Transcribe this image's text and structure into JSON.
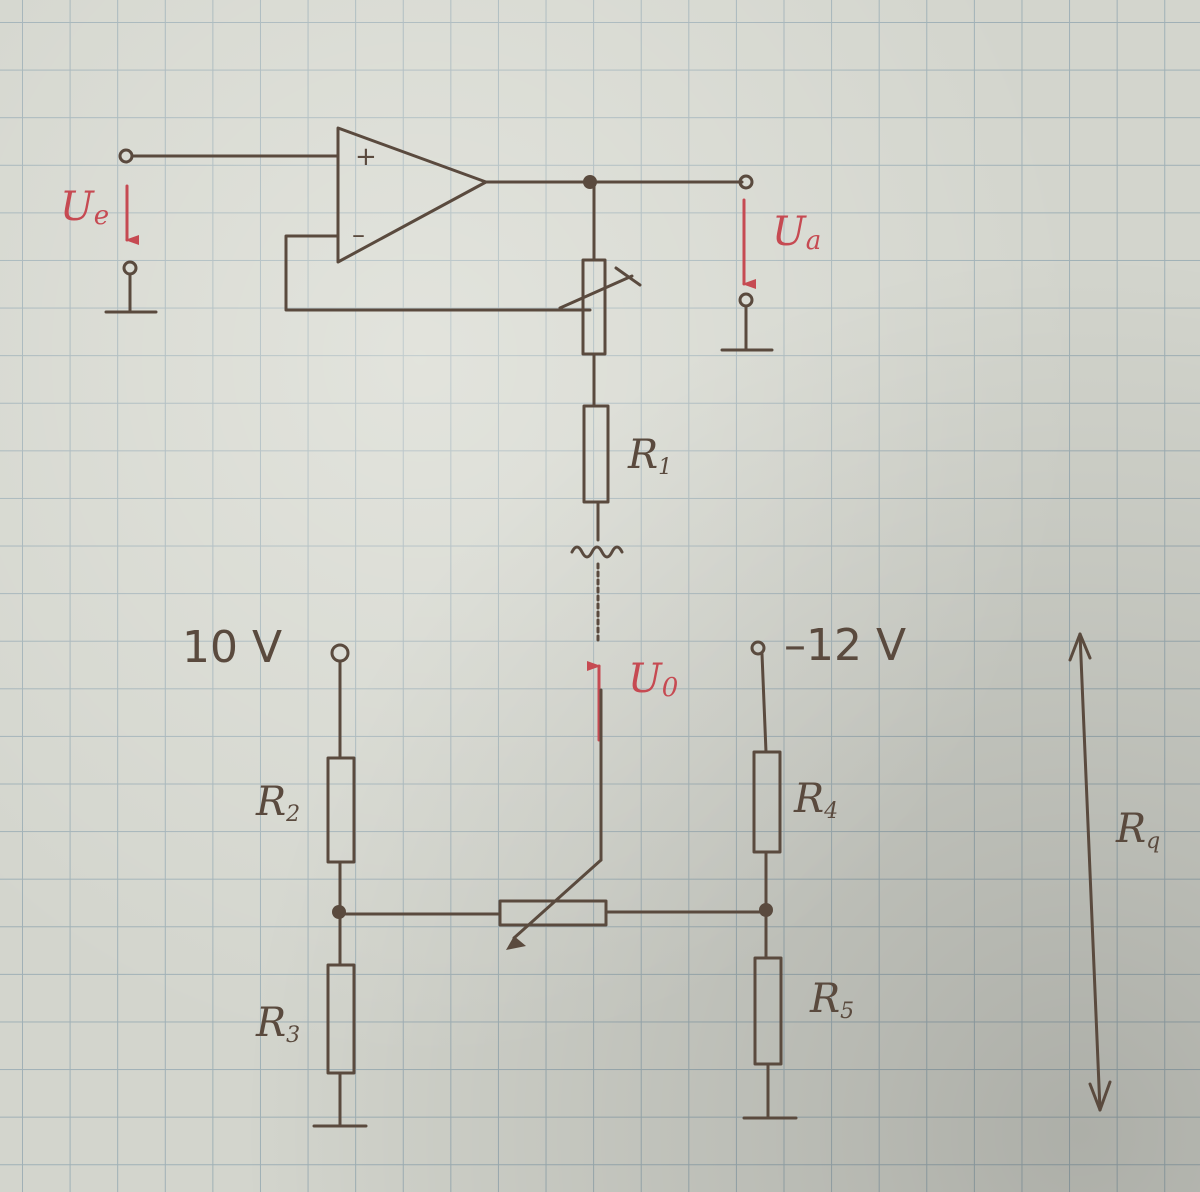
{
  "opamp": {
    "plus": "+",
    "minus": "–"
  },
  "signals": {
    "ue": {
      "main": "U",
      "sub": "e"
    },
    "ua": {
      "main": "U",
      "sub": "a"
    },
    "u0": {
      "main": "U",
      "sub": "0"
    }
  },
  "supplies": {
    "positive": "10 V",
    "negative": "–12 V"
  },
  "resistors": [
    {
      "main": "R",
      "sub": "1"
    },
    {
      "main": "R",
      "sub": "2"
    },
    {
      "main": "R",
      "sub": "3"
    },
    {
      "main": "R",
      "sub": "4"
    },
    {
      "main": "R",
      "sub": "5"
    },
    {
      "main": "R",
      "sub": "q"
    }
  ],
  "colors": {
    "ink": "#5a4a3e",
    "red": "#c64a52",
    "grid": "#9fb0b6",
    "paper": "#d3d5cd"
  }
}
